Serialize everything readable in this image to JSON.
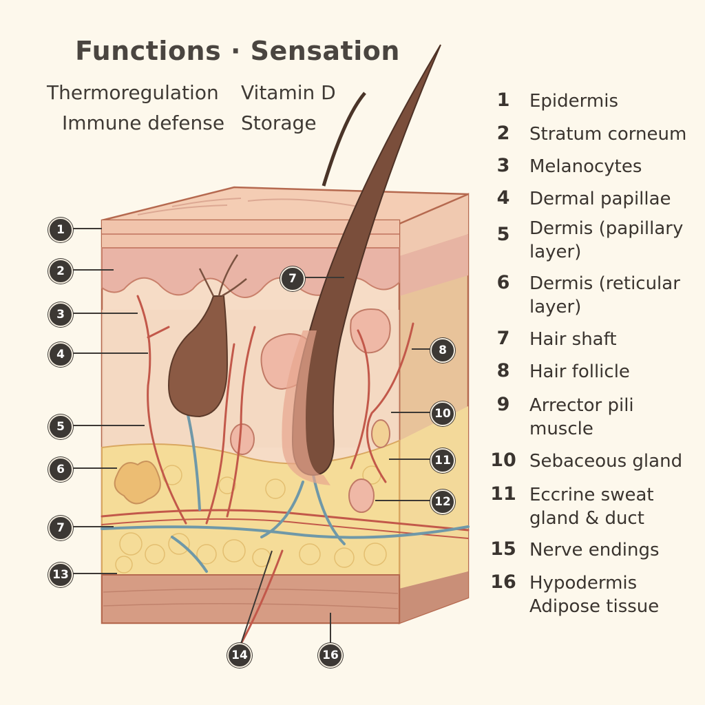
{
  "title": "Functions · Sensation",
  "functions": [
    "Thermoregulation",
    "Vitamin D",
    "Immune defense",
    "Storage"
  ],
  "legend": [
    {
      "num": "1",
      "text": "Epidermis"
    },
    {
      "num": "2",
      "text": "Stratum corneum"
    },
    {
      "num": "3",
      "text": "Melanocytes"
    },
    {
      "num": "4",
      "text": "Dermal papillae"
    },
    {
      "num": "5",
      "text": "Dermis (papillary layer)"
    },
    {
      "num": "6",
      "text": "Dermis (reticular layer)"
    },
    {
      "num": "7",
      "text": "Hair shaft"
    },
    {
      "num": "8",
      "text": "Hair follicle"
    },
    {
      "num": "9",
      "text": "Arrector pili muscle"
    },
    {
      "num": "10",
      "text": "Sebaceous gland"
    },
    {
      "num": "11",
      "text": "Eccrine sweat gland & duct"
    },
    {
      "num": "15",
      "text": "Nerve endings"
    },
    {
      "num": "16",
      "text": "Hypodermis Adipose tissue"
    }
  ],
  "callouts": [
    "1",
    "2",
    "3",
    "4",
    "5",
    "6",
    "7",
    "7",
    "8",
    "10",
    "11",
    "12",
    "13",
    "14",
    "16"
  ]
}
